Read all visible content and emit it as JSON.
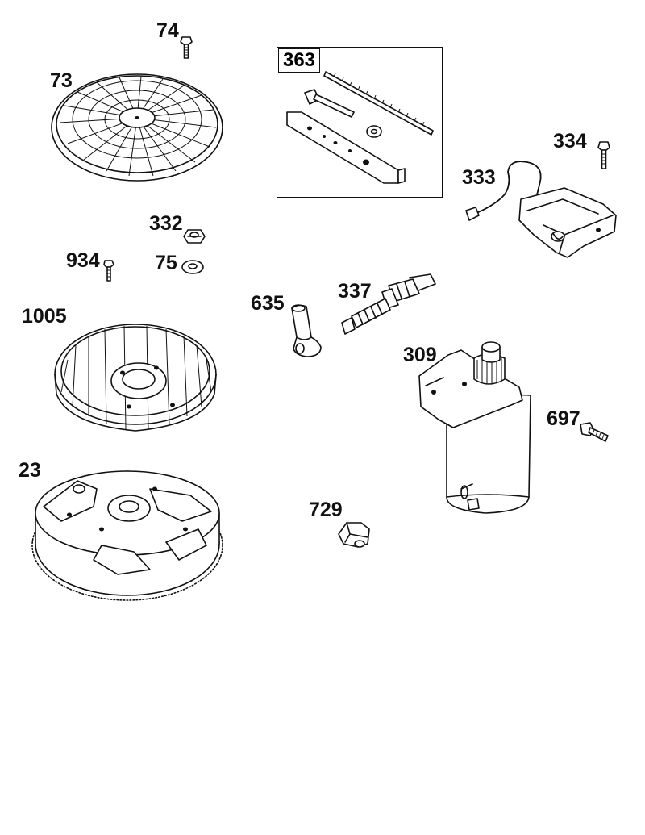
{
  "diagram": {
    "parts": [
      {
        "id": "74"
      },
      {
        "id": "73"
      },
      {
        "id": "363"
      },
      {
        "id": "334"
      },
      {
        "id": "333"
      },
      {
        "id": "332"
      },
      {
        "id": "934"
      },
      {
        "id": "75"
      },
      {
        "id": "1005"
      },
      {
        "id": "635"
      },
      {
        "id": "337"
      },
      {
        "id": "309"
      },
      {
        "id": "697"
      },
      {
        "id": "23"
      },
      {
        "id": "729"
      }
    ]
  }
}
